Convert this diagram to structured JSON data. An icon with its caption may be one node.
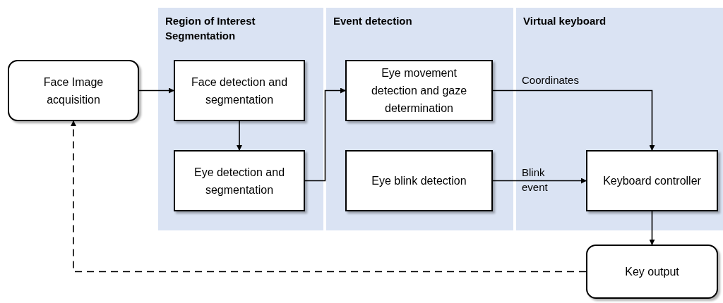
{
  "diagram": {
    "nodes": [
      {
        "text": [
          "Region of Interest Segmentation"
        ]
      },
      {
        "text": [
          "Event detection"
        ]
      },
      {
        "text": [
          "Virtual keyboard"
        ]
      },
      {
        "text": [
          "Face Image acquisition"
        ]
      },
      {
        "text": [
          "Face detection and segmentation"
        ],
        "in": 0
      },
      {
        "text": [
          "Eye detection and segmentation"
        ],
        "in": 0
      },
      {
        "text": [
          "Eye movement detection and gaze determination"
        ],
        "in": 1
      },
      {
        "text": [
          "Eye blink detection"
        ],
        "in": 1
      },
      {
        "text": [
          "Keyboard controller"
        ],
        "in": 2
      },
      {
        "text": [
          "Key output"
        ]
      }
    ],
    "edges": [
      {
        "from": 3,
        "to": 4,
        "arrow": "to"
      },
      {
        "from": 4,
        "to": 5,
        "arrow": "to"
      },
      {
        "from": 5,
        "to": 6,
        "arrow": "to"
      },
      {
        "from": 6,
        "to": 8,
        "arrow": "to",
        "label": "Coordinates"
      },
      {
        "from": 7,
        "to": 8,
        "arrow": "to",
        "label": "Blink event"
      },
      {
        "from": 8,
        "to": 9,
        "arrow": "to"
      },
      {
        "from": 9,
        "to": 3,
        "arrow": "to",
        "style": "dashed"
      }
    ]
  }
}
